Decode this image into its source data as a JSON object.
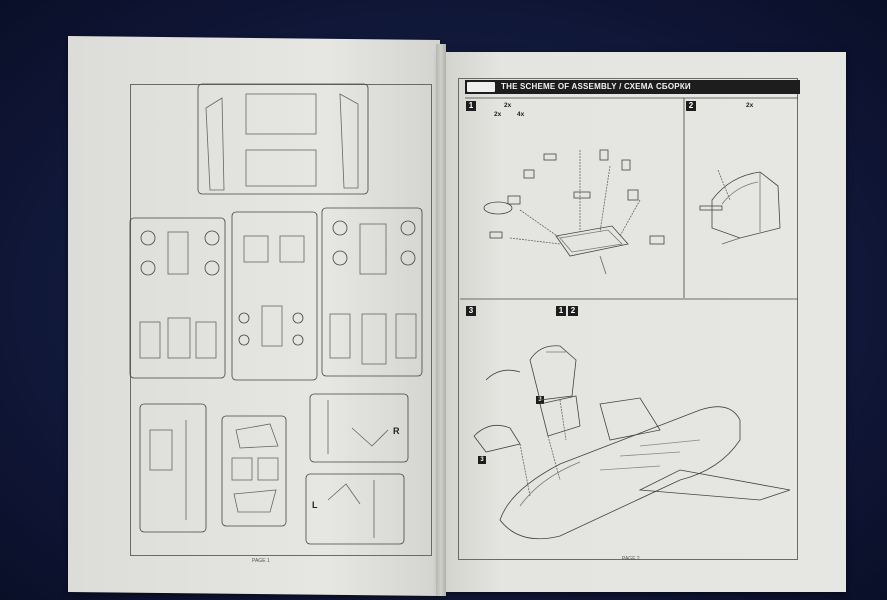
{
  "instruction_sheet": {
    "right_page": {
      "header_title": "THE SCHEME OF ASSEMBLY / СХЕМА СБОРКИ",
      "logo_icon": "manufacturer-logo-icon",
      "steps": [
        {
          "number": "1",
          "qty_a": "2x",
          "qty_b": "2x",
          "qty_c": "4x"
        },
        {
          "number": "2",
          "qty_a": "2x"
        },
        {
          "number": "3",
          "marks": [
            "1",
            "2"
          ]
        }
      ],
      "callouts": [
        "3",
        "3"
      ],
      "page_number": "PAGE 2"
    },
    "left_page": {
      "sprue_letters": [
        "R",
        "L"
      ],
      "page_number": "PAGE 1"
    }
  },
  "colors": {
    "background": "#141b42",
    "paper": "#e4e4e0",
    "ink": "#3a3a3a",
    "header": "#1d1d1d"
  }
}
